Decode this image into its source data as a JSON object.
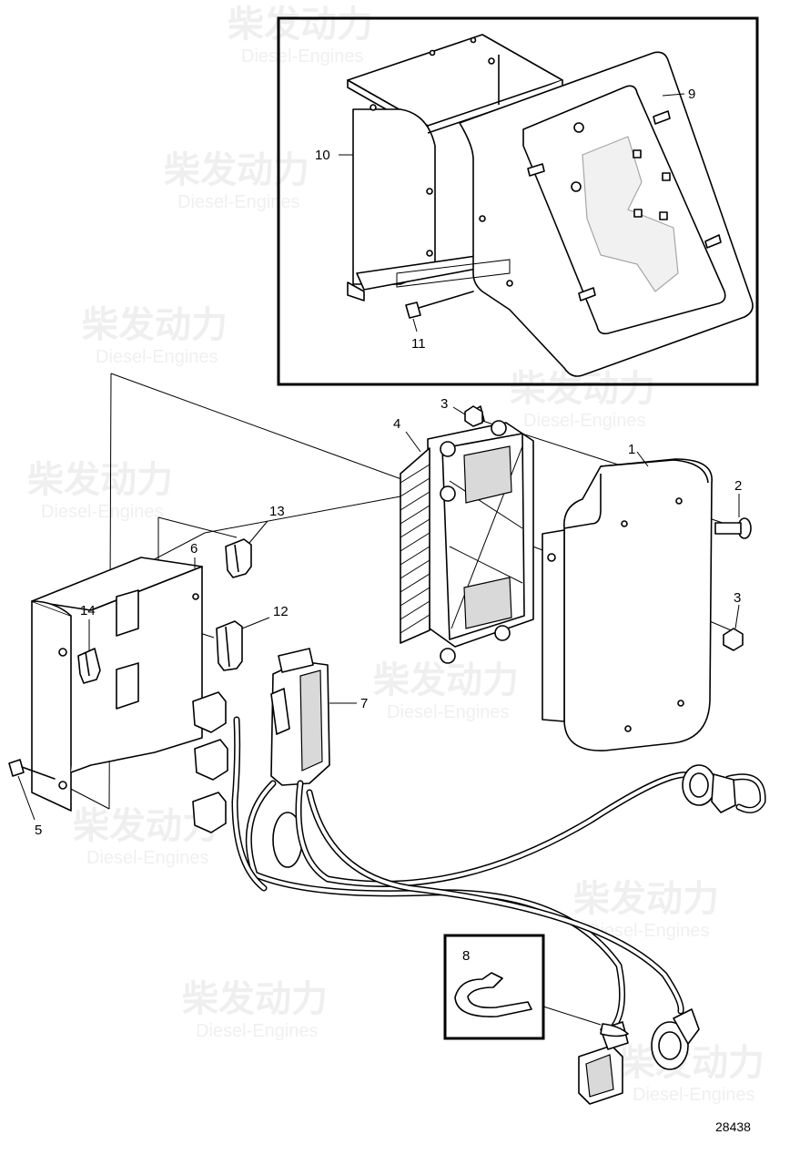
{
  "diagram": {
    "drawing_number": "28438",
    "watermark": {
      "cn": "柴发动力",
      "en": "Diesel-Engines"
    },
    "callouts": [
      {
        "id": "c9",
        "label": "9"
      },
      {
        "id": "c10",
        "label": "10"
      },
      {
        "id": "c11",
        "label": "11"
      },
      {
        "id": "c3a",
        "label": "3"
      },
      {
        "id": "c4",
        "label": "4"
      },
      {
        "id": "c1",
        "label": "1"
      },
      {
        "id": "c2",
        "label": "2"
      },
      {
        "id": "c3b",
        "label": "3"
      },
      {
        "id": "c13",
        "label": "13"
      },
      {
        "id": "c6",
        "label": "6"
      },
      {
        "id": "c14",
        "label": "14"
      },
      {
        "id": "c12",
        "label": "12"
      },
      {
        "id": "c7",
        "label": "7"
      },
      {
        "id": "c5",
        "label": "5"
      },
      {
        "id": "c8",
        "label": "8"
      }
    ]
  }
}
